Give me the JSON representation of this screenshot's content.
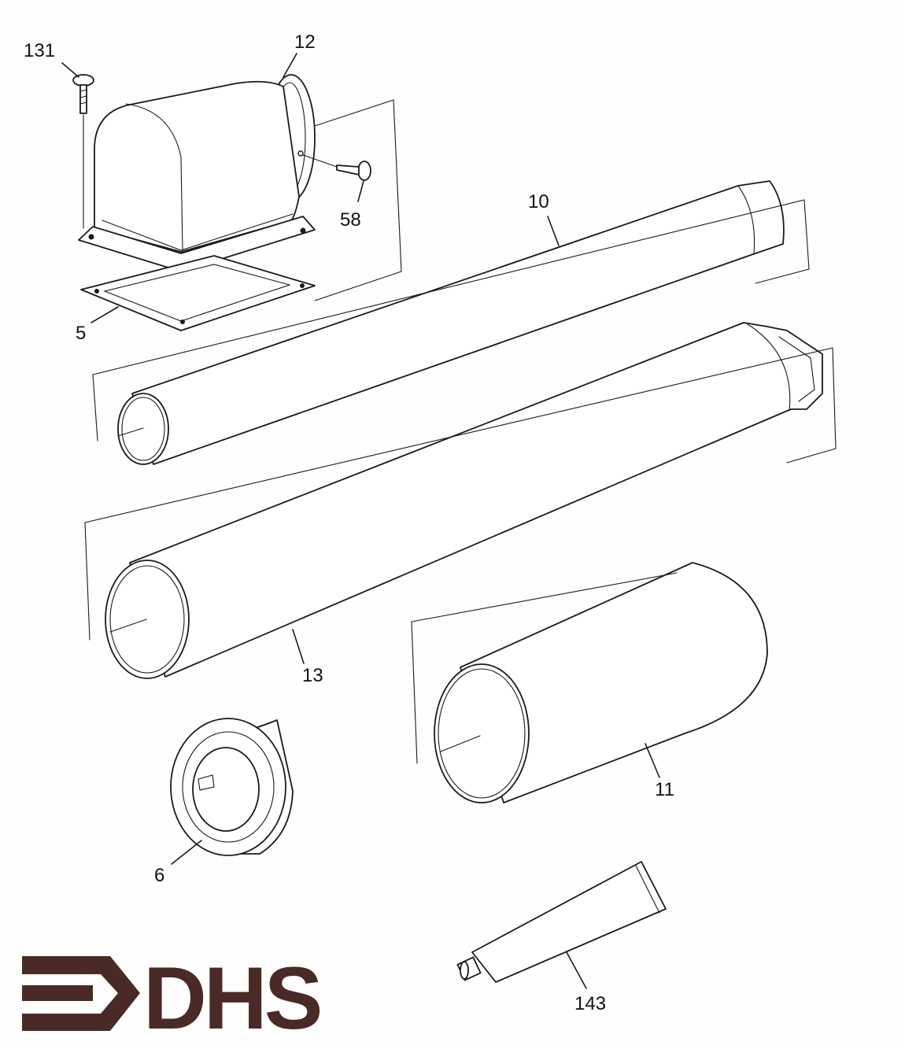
{
  "diagram": {
    "labels": {
      "l131": "131",
      "l12": "12",
      "l58": "58",
      "l5": "5",
      "l10": "10",
      "l13": "13",
      "l11": "11",
      "l6": "6",
      "l143": "143"
    },
    "logo": {
      "text": "DHS",
      "color": "#4a2a26"
    },
    "colors": {
      "line": "#1a1a1a",
      "background": "#fefefe"
    }
  }
}
